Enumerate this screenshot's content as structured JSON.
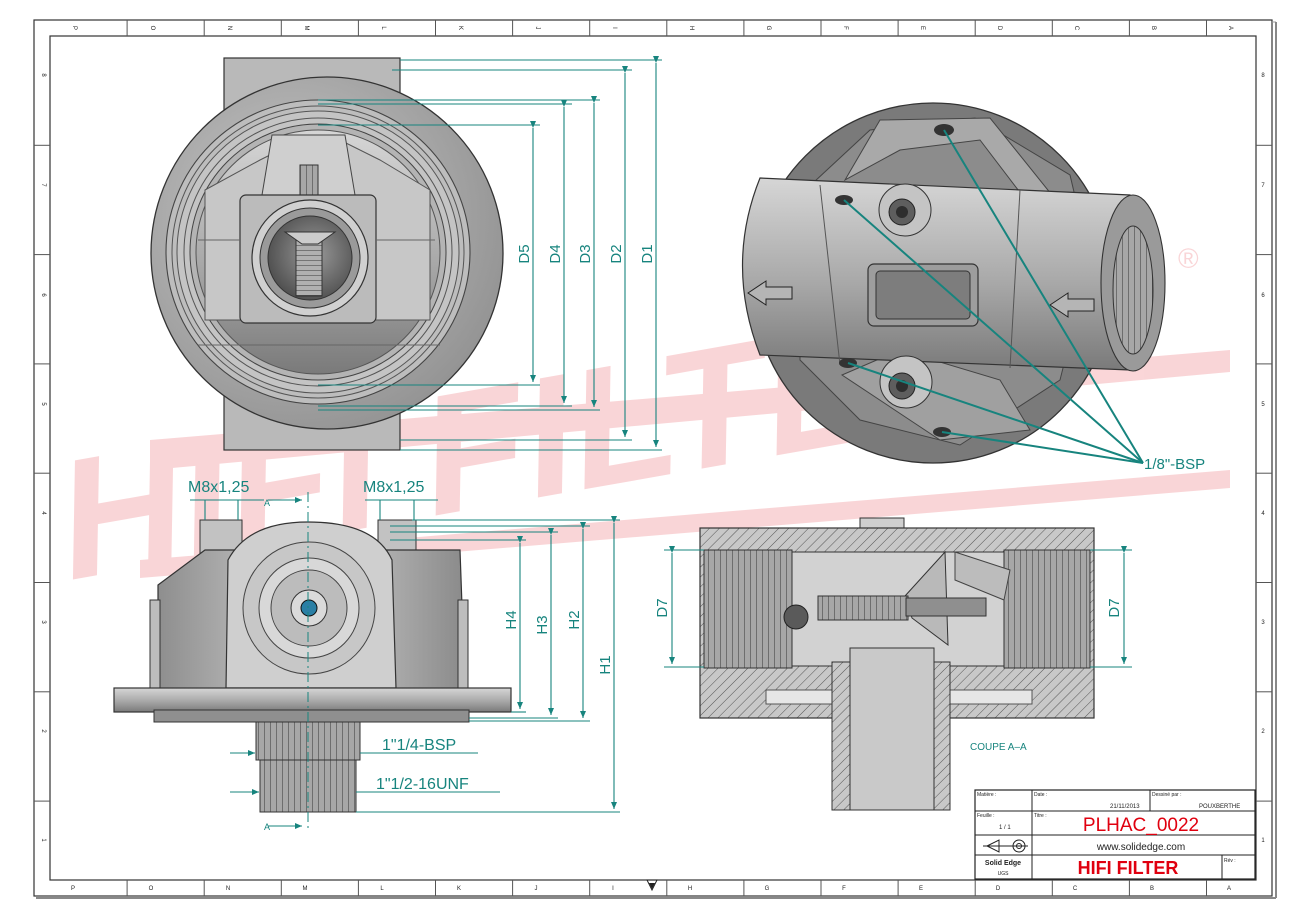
{
  "border": {
    "top_columns": [
      "P",
      "O",
      "N",
      "M",
      "L",
      "K",
      "J",
      "I",
      "H",
      "G",
      "F",
      "E",
      "D",
      "C",
      "B",
      "A"
    ],
    "bottom_columns": [
      "P",
      "O",
      "N",
      "M",
      "L",
      "K",
      "J",
      "I",
      "H",
      "G",
      "F",
      "E",
      "D",
      "C",
      "B",
      "A"
    ],
    "left_rows": [
      "8",
      "7",
      "6",
      "5",
      "4",
      "3",
      "2",
      "1"
    ],
    "right_rows": [
      "8",
      "7",
      "6",
      "5",
      "4",
      "3",
      "2",
      "1"
    ]
  },
  "watermark": {
    "text": "HIFI FILTER",
    "mark": "®"
  },
  "dimensions": {
    "d1": "D1",
    "d2": "D2",
    "d3": "D3",
    "d4": "D4",
    "d5": "D5",
    "h1": "H1",
    "h2": "H2",
    "h3": "H3",
    "h4": "H4",
    "d7_left": "D7",
    "d7_right": "D7",
    "thread_left": "M8x1,25",
    "thread_right": "M8x1,25",
    "port_bsp": "1/8\"-BSP",
    "thread_bsp": "1\"1/4-BSP",
    "thread_unf": "1\"1/2-16UNF",
    "section_mark_top": "A",
    "section_mark_bottom": "A",
    "section_caption": "COUPE A–A"
  },
  "title_block": {
    "material_label": "Matière :",
    "date_label": "Date :",
    "date_value": "21/11/2013",
    "drawn_by_label": "Dessiné par :",
    "drawn_by_value": "POUXBERTHE",
    "sheet_label": "Feuille :",
    "sheet_value": "1 / 1",
    "title_label": "Titre :",
    "part_number": "PLHAC_0022",
    "website": "www.solidedge.com",
    "software": "Solid Edge",
    "software_sub": "UGS",
    "company": "HIFI FILTER",
    "rev_label": "Rév :",
    "accent_color": "#e0000f",
    "dim_color": "#17847e"
  }
}
